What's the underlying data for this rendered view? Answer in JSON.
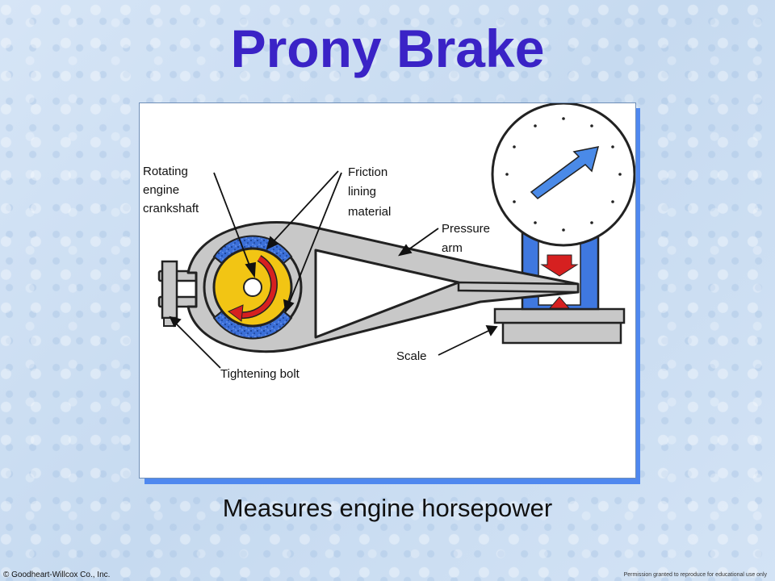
{
  "title": "Prony Brake",
  "subtitle": "Measures engine horsepower",
  "labels": {
    "crankshaft": [
      "Rotating",
      "engine",
      "crankshaft"
    ],
    "friction": [
      "Friction",
      "lining",
      "material"
    ],
    "pressure_arm": [
      "Pressure",
      "arm"
    ],
    "scale": "Scale",
    "bolt": "Tightening bolt"
  },
  "footer": {
    "copyright": "© Goodheart-Willcox Co., Inc.",
    "permission": "Permission granted to reproduce for educational use only"
  },
  "colors": {
    "title": "#3a23c6",
    "panel_shadow": "#4f88ef",
    "brake_body": "#c8c8c8",
    "crankshaft": "#f2c514",
    "friction_lining": "#3b6fd8",
    "rotation_arrow": "#d62020",
    "scale_housing": "#3f78e0",
    "gauge_needle": "#4a8ae8"
  }
}
